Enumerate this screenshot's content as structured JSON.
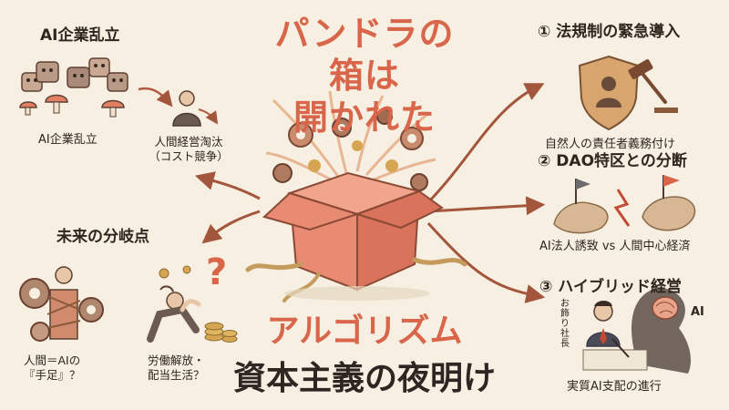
{
  "title_line1": "パンドラの箱は",
  "title_line2": "開かれた",
  "subtitle_line1": "アルゴリズム",
  "subtitle_line2": "資本主義の夜明け",
  "left": {
    "top_heading": "AI企業乱立",
    "robots_caption": "AI企業乱立",
    "manager_caption_line1": "人間経営淘汰",
    "manager_caption_line2": "（コスト競争）",
    "bottom_heading": "未来の分岐点",
    "tied_caption_line1": "人間＝AIの",
    "tied_caption_line2": "『手足』？",
    "relax_caption_line1": "労働解放・",
    "relax_caption_line2": "配当生活？",
    "question_mark": "?"
  },
  "right": {
    "item1_heading": "① 法規制の緊急導入",
    "item1_caption": "自然人の責任者義務付け",
    "item2_heading": "② DAO特区との分断",
    "item2_caption": "AI法人誘致 vs 人間中心経済",
    "item3_heading": "③ ハイブリッド経営",
    "item3_vertical": [
      "お",
      "飾",
      "り",
      "社",
      "長"
    ],
    "item3_ai_label": "AI",
    "item3_caption": "実質AI支配の進行"
  },
  "colors": {
    "background": "#f6efe2",
    "accent": "#d9664a",
    "ink": "#2f2620",
    "box": "#e98a72",
    "gold": "#d6a552"
  }
}
